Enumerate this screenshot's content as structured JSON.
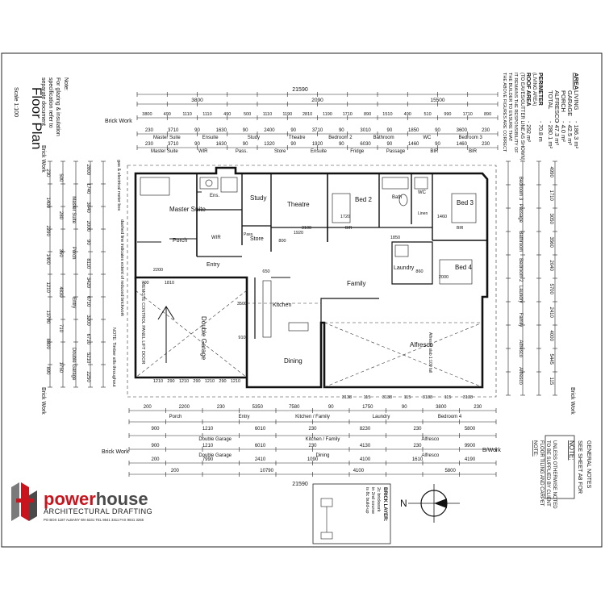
{
  "sheet_title": "Floor Plan",
  "scale": "Scale 1:100",
  "areas": {
    "heading": "AREA",
    "rows": [
      [
        "LIVING",
        "- 186.3 m²"
      ],
      [
        "GARAGE",
        "- 42.5 m²"
      ],
      [
        "PORCH",
        "- 4.0 m²"
      ],
      [
        "ALFRESCO",
        "- 47.3 m²"
      ],
      [
        "TOTAL",
        "- 280.1 m²"
      ]
    ],
    "perimeter_label": "PERIMETER",
    "perimeter_value": "- 70.8 m",
    "living_area_label": "(LIVING AREA)",
    "roof_area_label": "ROOF AREA",
    "roof_area_value": "- 292 m²",
    "roof_note": "(TO EAVES/GUTTER LINE AS SHOWN)",
    "disclaimer": "IT REMAINS THE RESPONSIBILITY OF THE BUILDER TO ENSURE THAT THE ABOVE FIGURES ARE CORRECT"
  },
  "note_glazing": {
    "title": "Note:",
    "body": "For glazing & insulation specification refer to separate document"
  },
  "label_brick_work": "Brick Work",
  "top_dims": {
    "overall": "21590",
    "row1": [
      "3800",
      "2090",
      "15500"
    ],
    "row2": [
      "3800",
      "490",
      "1110",
      "1110",
      "490",
      "500",
      "1110",
      "1190",
      "2810",
      "1190",
      "1710",
      "890",
      "1510",
      "490",
      "510",
      "990",
      "1710",
      "890"
    ],
    "row3": [
      "230",
      "3710",
      "90",
      "1630",
      "90",
      "2400",
      "90",
      "3710",
      "90",
      "3010",
      "90",
      "1850",
      "90",
      "3600",
      "230"
    ],
    "row3_labels": [
      "Master Suite",
      "Ensuite",
      "Study",
      "Theatre",
      "Bedroom 2",
      "Bathroom",
      "WC",
      "Bedroom 3"
    ],
    "row4": [
      "230",
      "3710",
      "90",
      "1630",
      "90",
      "1320",
      "90",
      "1920",
      "90",
      "6030",
      "90",
      "1460",
      "90",
      "1460",
      "230"
    ],
    "row4_labels": [
      "Master Suite",
      "WIR",
      "Pass.",
      "Store",
      "Ensuite",
      "Fridge",
      "Passage",
      "BIR",
      "BIR"
    ]
  },
  "bottom_dims": {
    "overall": "21590",
    "row1": [
      "200",
      "2200",
      "230",
      "5350",
      "7580",
      "90",
      "1750",
      "90",
      "3800",
      "230"
    ],
    "row1_labels": [
      "Porch",
      "Entry",
      "Kitchen / Family",
      "Laundry",
      "Bedroom 4"
    ],
    "row2": [
      "900",
      "1210",
      "6010",
      "230",
      "8230",
      "230",
      "5800"
    ],
    "row2_labels": [
      "Double Garage",
      "Kitchen / Family",
      "Alfresco"
    ],
    "row3": [
      "900",
      "1210",
      "6010",
      "230",
      "4130",
      "230",
      "9900"
    ],
    "row3_labels": [
      "Double Garage",
      "Dining",
      "Alfresco"
    ],
    "row4": [
      "200",
      "7990",
      "2410",
      "1090",
      "4100",
      "1610",
      "4190"
    ],
    "row5": [
      "200",
      "10790",
      "4100",
      "5800"
    ],
    "bw_right": "B/Work"
  },
  "left_dims": {
    "col_a": [
      "230",
      "1400",
      "2290",
      "1400",
      "1210",
      "13790",
      "8800",
      "890"
    ],
    "col_b": [
      "500",
      "280",
      "350",
      "4830",
      "710",
      "1750"
    ],
    "labels": [
      "Master Suite",
      "Porch",
      "Entry",
      "Double Garage"
    ],
    "col_c": [
      "2800",
      "1740",
      "3040",
      "2000",
      "90",
      "8110",
      "3420",
      "6710",
      "3200",
      "6710",
      "5210",
      "2250"
    ]
  },
  "right_dims": {
    "values": [
      "4990",
      "1710",
      "3050",
      "3560",
      "2040",
      "5700",
      "2410",
      "4000",
      "5445",
      "115"
    ],
    "labels": [
      "Bedroom 3",
      "Passage",
      "Bathroom",
      "Bedroom 2",
      "Laundry",
      "Family",
      "Alfresco",
      "Alfresco"
    ]
  },
  "rooms": {
    "master_suite": "Master Suite",
    "ens": "Ens.",
    "wir": "WIR",
    "study": "Study",
    "store": "Store",
    "theatre": "Theatre",
    "bed2": "Bed 2",
    "bath": "Bath",
    "wc": "WC",
    "linen": "Linen",
    "bed3": "Bed 3",
    "bed4": "Bed 4",
    "laundry": "Laundry",
    "family": "Family",
    "kitchen": "Kitchen",
    "dining": "Dining",
    "alfresco": "Alfresco",
    "porch": "Porch",
    "entry": "Entry",
    "double_garage": "Double Garage",
    "pass": "Pass."
  },
  "room_notes": {
    "remote_door": "REMOTE CONTROL PANEL LIFT DOOR",
    "timber": "NOTE: Timber sills throughout",
    "dashed": "dashed line indicates extent of reduced brickwork",
    "ceiling": "gas & electrical meter box",
    "alfresco_slab": "Alfresco slab 1:100 fall",
    "bir": "BIR"
  },
  "interior_dims": [
    "1920",
    "1720",
    "1850",
    "1460",
    "860",
    "2000",
    "3500",
    "910",
    "800",
    "650",
    "2200",
    "700",
    "1810",
    "3138",
    "115",
    "3138",
    "115",
    "3138",
    "115",
    "3138",
    "1210",
    "290",
    "1210",
    "290",
    "1210",
    "290",
    "1210",
    "3100"
  ],
  "brick_note": {
    "title": "BRICK LAYER:",
    "body": "2c brickwork in 2nd course is 8c build-up"
  },
  "north_label": "N",
  "see_note": {
    "title": "NOTE:",
    "body": "SEE SHEET A8 FOR GENERAL NOTES"
  },
  "carpet_note": {
    "title": "NOTE:",
    "body": "FLOOR TILING AND CARPET TO BE SUPPLIED BY CLIENT UNLESS OTHERWISE NOTED"
  },
  "brand": {
    "name_a": "power",
    "name_b": "house",
    "tagline": "ARCHITECTURAL  DRAFTING",
    "contact": "PO BOX 1187 ALBANY WA 6331   TEL 9841 3311   FAX 9841 3255"
  },
  "colors": {
    "ink": "#111111",
    "brand_red": "#c8141c"
  }
}
